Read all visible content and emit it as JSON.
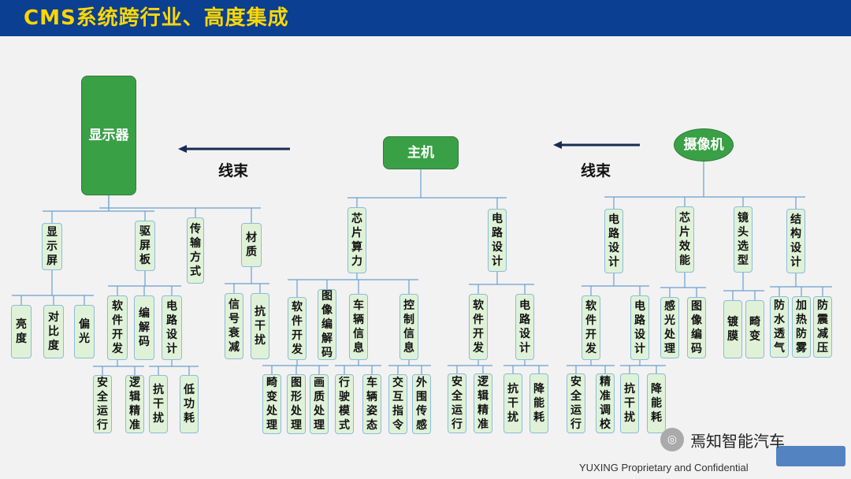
{
  "header": {
    "title": "CMS系统跨行业、高度集成"
  },
  "labels": {
    "harness_left": "线束",
    "harness_right": "线束"
  },
  "nodes": {
    "display": "显示器",
    "host": "主机",
    "camera": "摄像机",
    "d1": "显示屏",
    "d2": "驱屏板",
    "d3": "传输方式",
    "d4": "材质",
    "d1a": "亮度",
    "d1b": "对比度",
    "d1c": "偏光",
    "d2a": "软件开发",
    "d2b": "编解码",
    "d2c": "电路设计",
    "d2a1": "安全运行",
    "d2a2": "逻辑精准",
    "d2c1": "抗干扰",
    "d2c2": "低功耗",
    "d4a": "信号衰减",
    "d4b": "抗干扰",
    "h1": "芯片算力",
    "h2": "电路设计",
    "h1a": "软件开发",
    "h1b": "图像编解码",
    "h1c": "车辆信息",
    "h1d": "控制信息",
    "h1a1": "畸变处理",
    "h1a2": "图形处理",
    "h1a3": "画质处理",
    "h1c1": "行驶模式",
    "h1c2": "车辆姿态",
    "h1d1": "交互指令",
    "h1d2": "外围传感",
    "h2a": "软件开发",
    "h2b": "电路设计",
    "h2a1": "安全运行",
    "h2a2": "逻辑精准",
    "h2b1": "抗干扰",
    "h2b2": "降能耗",
    "c1": "电路设计",
    "c2": "芯片效能",
    "c3": "镜头选型",
    "c4": "结构设计",
    "c1a": "软件开发",
    "c1b": "电路设计",
    "c1a1": "安全运行",
    "c1a2": "精准调校",
    "c1b1": "抗干扰",
    "c1b2": "降能耗",
    "c2a": "感光处理",
    "c2b": "图像编码",
    "c3a": "镀膜",
    "c3b": "畸变",
    "c4a": "防水透气",
    "c4b": "加热防雾",
    "c4c": "防震减压"
  },
  "footer": "YUXING Proprietary and Confidential",
  "watermark": "焉知智能汽车",
  "colors": {
    "header": "#0a3f92",
    "title": "#ffd700",
    "box": "#dff2d8",
    "box_border": "#8cbcd8",
    "main": "#3aa046",
    "line": "#6a9fd0"
  }
}
